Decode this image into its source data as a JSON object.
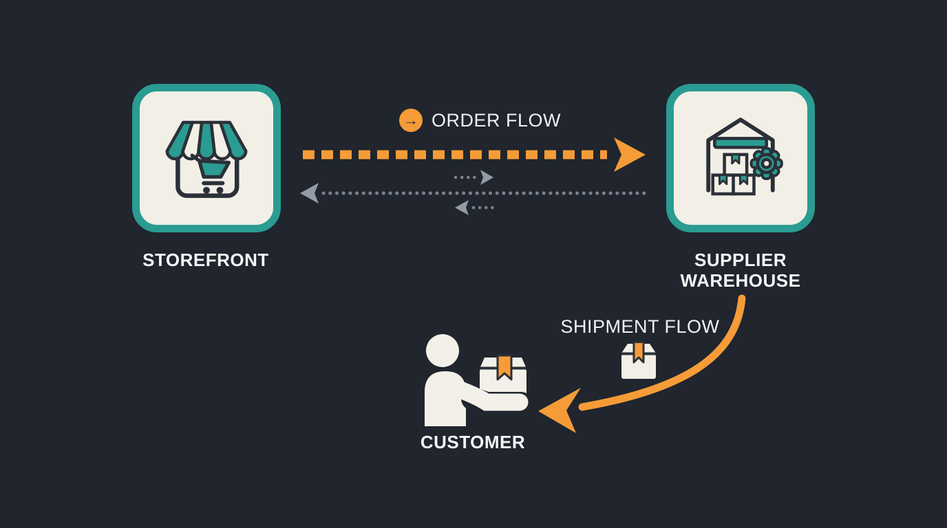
{
  "colors": {
    "background": "#20252e",
    "teal": "#2a9c92",
    "cream": "#f2efe6",
    "orange": "#f59c38",
    "gray_arrow": "#959ba5",
    "gray_dots": "#7d838e",
    "label_text": "#f4f5f6",
    "icon_outline": "#2b3038"
  },
  "nodes": {
    "storefront": {
      "label": "STOREFRONT",
      "icon": "storefront-icon"
    },
    "warehouse": {
      "label": "SUPPLIER WAREHOUSE",
      "icon": "warehouse-icon"
    },
    "customer": {
      "label": "CUSTOMER",
      "icon": "customer-receiving-package-icon"
    }
  },
  "flows": {
    "order": {
      "label": "ORDER FLOW",
      "badge_glyph": "→",
      "from": "storefront",
      "to": "warehouse",
      "style": "orange-dashed-arrow-right"
    },
    "returns": {
      "from": "warehouse",
      "to": "storefront",
      "style": "gray-dotted-arrows"
    },
    "shipment": {
      "label": "SHIPMENT FLOW",
      "icon": "package-icon",
      "from": "warehouse",
      "to": "customer",
      "style": "orange-curved-arrow"
    }
  }
}
